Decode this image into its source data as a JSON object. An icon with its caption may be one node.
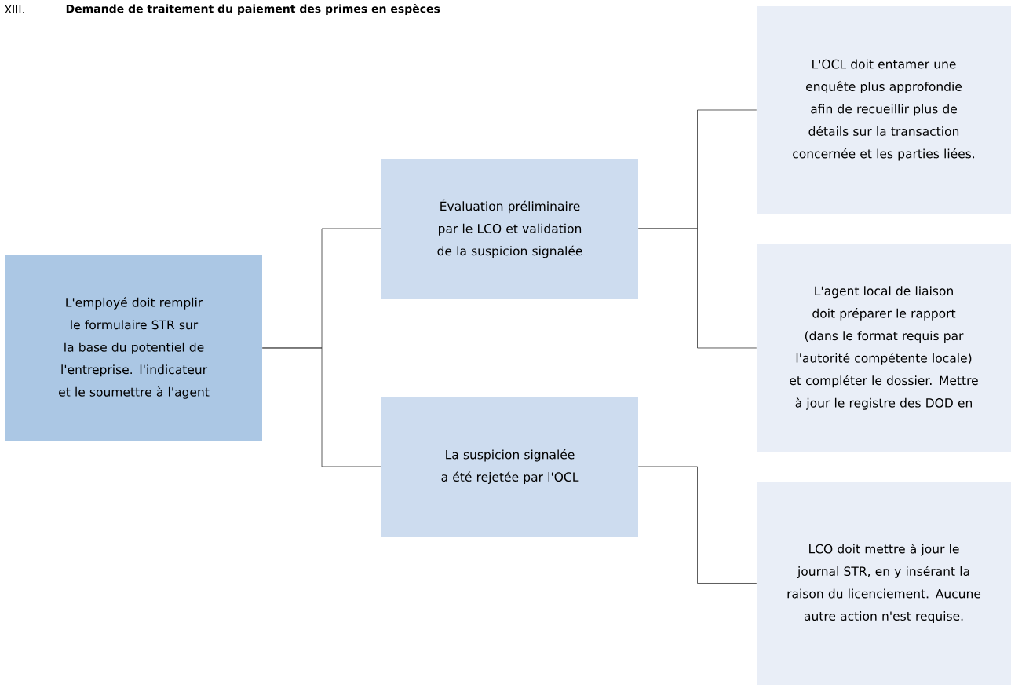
{
  "diagram": {
    "title": "Demande de traitement du paiement des primes en espèces",
    "nodes": [
      {
        "text": [
          "L'employé doit remplir le formulaire STR sur la base du potentiel de l'entreprise. l'indicateur et le soumettre à l'agent"
        ]
      },
      {
        "text": [
          "Évaluation préliminaire par le LCO et validation de la suspicion signalée"
        ]
      },
      {
        "text": [
          "La suspicion signalée a été rejetée par l'OCL"
        ]
      },
      {
        "text": [
          "L'OCL doit entamer une enquête plus approfondie afin de recueillir plus de détails sur la transaction concernée et les parties liées."
        ]
      },
      {
        "text": [
          "L'agent local de liaison doit préparer le rapport (dans le format requis par l'autorité compétente locale) et compléter le dossier. Mettre à jour le registre des DOD en"
        ]
      },
      {
        "text": [
          "LCO doit mettre à jour le journal STR, en y insérant la raison du licenciement. Aucune autre action n'est requise."
        ]
      }
    ],
    "edges": [
      {
        "from": 0,
        "to": 1,
        "arrow": "none"
      },
      {
        "from": 0,
        "to": 2,
        "arrow": "none"
      },
      {
        "from": 1,
        "to": 3,
        "arrow": "none"
      },
      {
        "from": 1,
        "to": 4,
        "arrow": "none"
      },
      {
        "from": 2,
        "to": 5,
        "arrow": "none"
      }
    ],
    "labels": [
      "XIII."
    ]
  }
}
